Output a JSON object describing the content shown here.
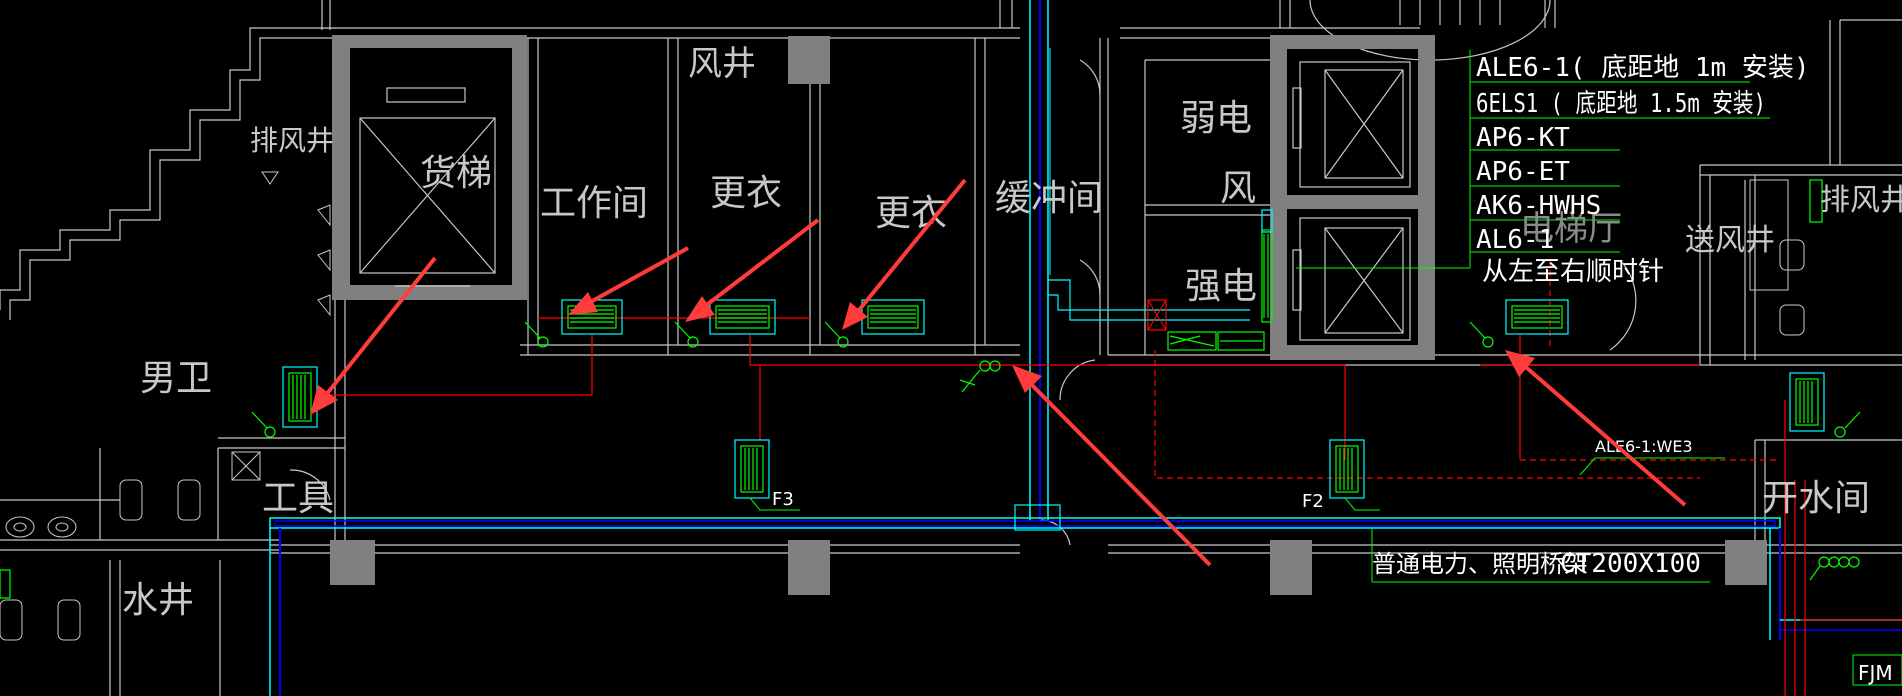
{
  "rooms": {
    "freight_elevator": "货梯",
    "workroom": "工作间",
    "locker1": "更衣",
    "locker2": "更衣",
    "buffer": "缓冲间",
    "shaft_air_top": "风井",
    "exhaust_left": "排风井",
    "mens_wc": "男卫",
    "tools": "工具",
    "water_shaft": "水井",
    "weak_elec": "弱电",
    "wind": "风",
    "strong_elec": "强电",
    "elev_hall": "电梯厅",
    "supply_shaft": "送风井",
    "exhaust_right": "排风井",
    "open_water": "开水间"
  },
  "notes": {
    "line1": "ALE6-1(  底距地  1m   安装)",
    "line2": "6ELS1 ( 底距地    1.5m   安装)",
    "line3": "AP6-KT",
    "line4": "AP6-ET",
    "line5": "AK6-HWHS",
    "line6": "AL6-1",
    "line7": "从左至右顺时针"
  },
  "tags": {
    "f3": "F3",
    "f2": "F2",
    "ale": "ALE6-1:WE3",
    "tray": "普通电力、照明桥架",
    "tray_size": "CT200X100",
    "fjm": "FJM"
  },
  "colors": {
    "wall": "#c8c8c8",
    "column": "#808080",
    "cyan": "#00ffff",
    "blue": "#0000ff",
    "red": "#ff0000",
    "green": "#00ff00",
    "arrow": "#ff3b3b",
    "text_green": "#ffffff"
  }
}
